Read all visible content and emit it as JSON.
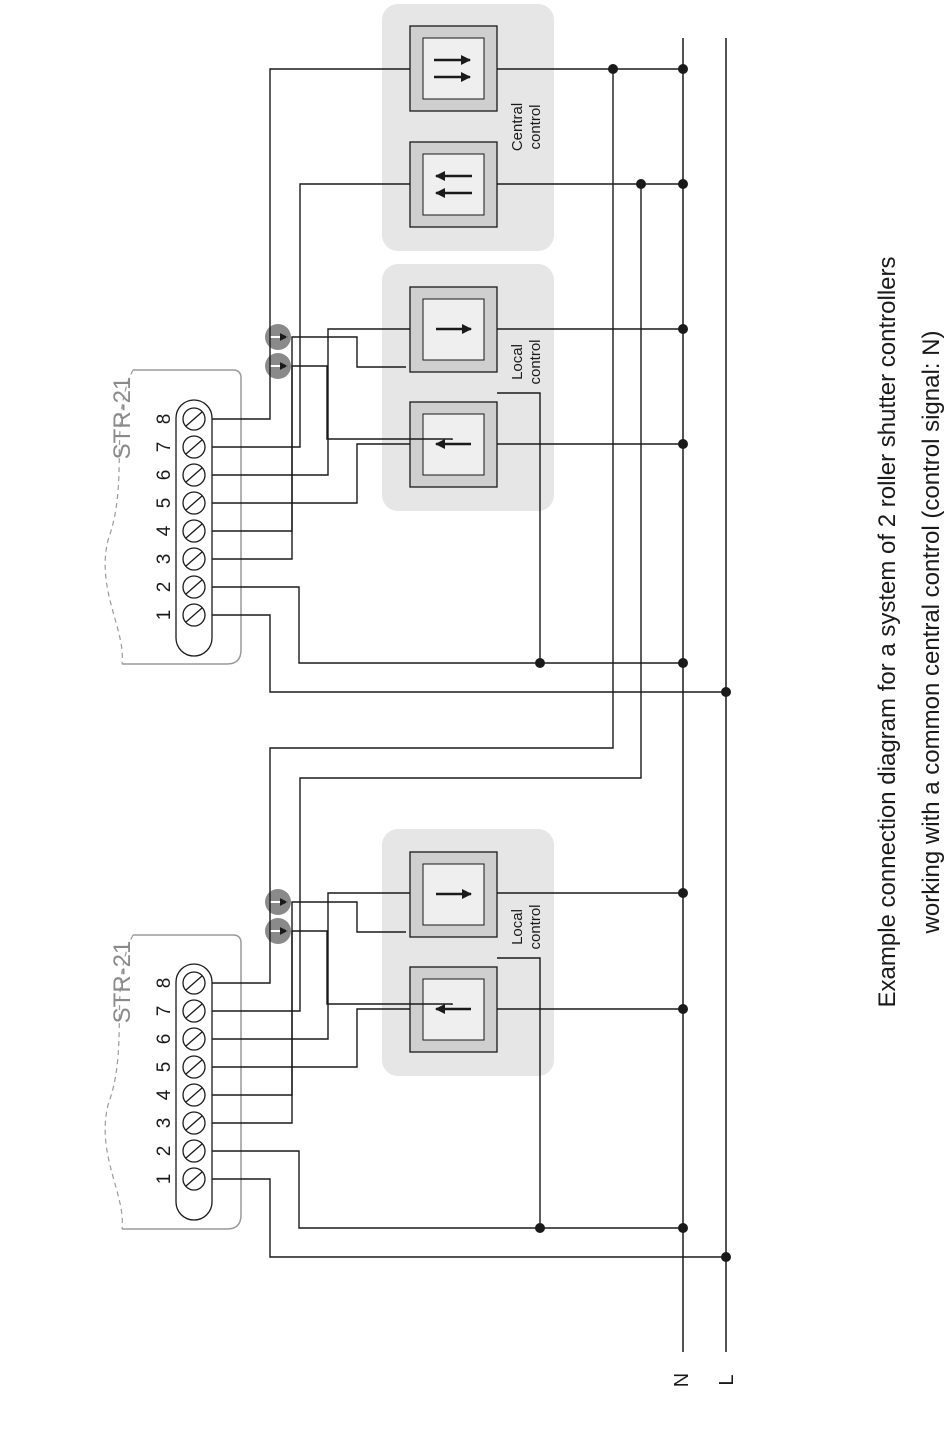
{
  "caption": {
    "line1": "Example connection diagram for a system of 2 roller shutter controllers",
    "line2": "working with a common central control (control signal: N)"
  },
  "bus": {
    "n_label": "N",
    "l_label": "L"
  },
  "device_label": "STR-21",
  "terminals": [
    "1",
    "2",
    "3",
    "4",
    "5",
    "6",
    "7",
    "8"
  ],
  "local_control": {
    "line1": "Local",
    "line2": "control"
  },
  "central_control": {
    "line1": "Central",
    "line2": "control"
  },
  "colors": {
    "wire": "#1a1a1a",
    "panel": "#e6e6e6",
    "button_face": "#cfcfcf",
    "button_inner": "#efefef",
    "motor_fill": "#d6d6d6",
    "direction_badge": "#8a8a8a",
    "device_outline": "#9a9a9a"
  },
  "icons": [
    "up-arrow-icon",
    "down-arrow-icon",
    "double-arrow-icon",
    "roller-shutter-motor-icon",
    "screw-terminal-icon"
  ]
}
